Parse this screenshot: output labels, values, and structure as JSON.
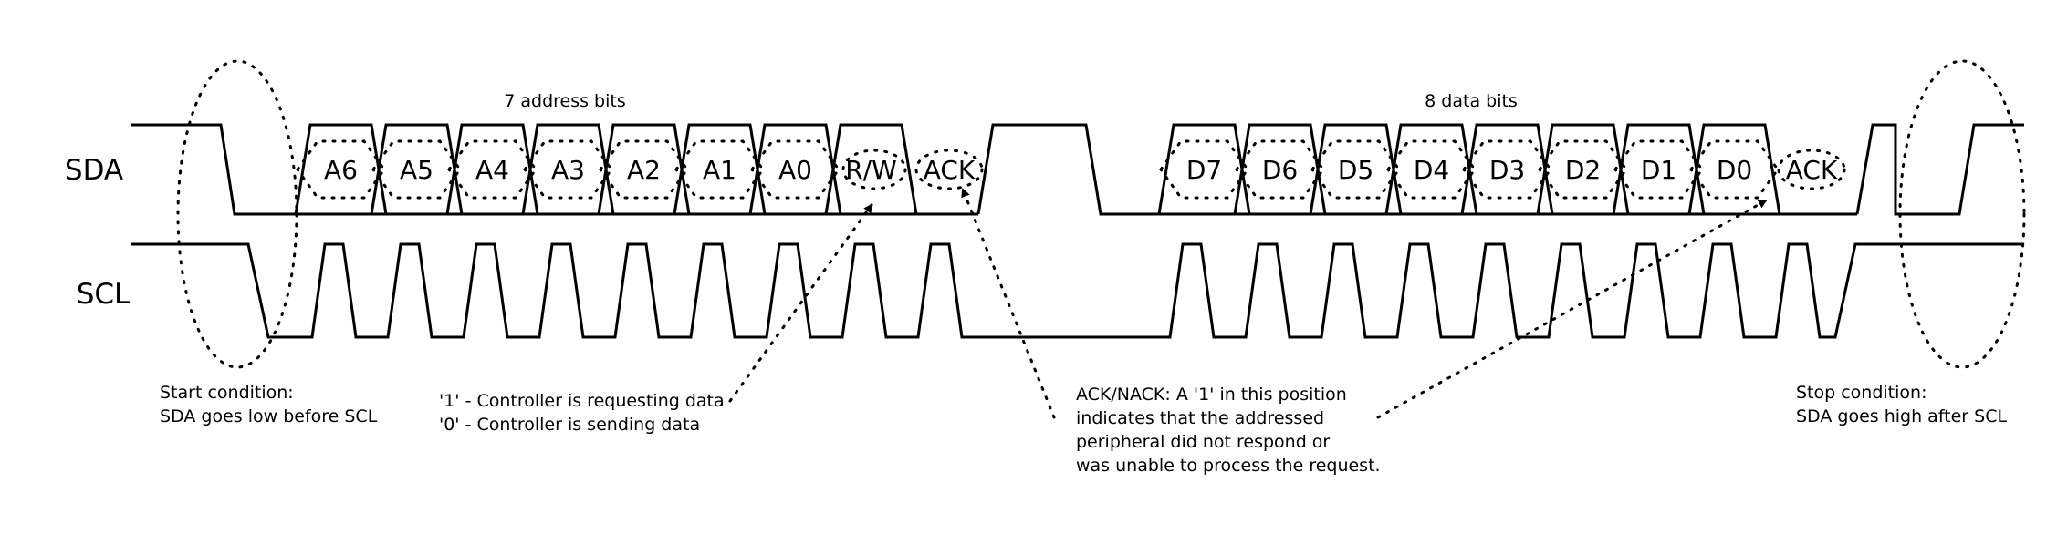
{
  "signals": {
    "sda": "SDA",
    "scl": "SCL"
  },
  "headers": {
    "address": "7 address bits",
    "data": "8 data bits"
  },
  "address_bits": [
    "A6",
    "A5",
    "A4",
    "A3",
    "A2",
    "A1",
    "A0"
  ],
  "rw_label": "R/W",
  "ack_label": "ACK",
  "data_bits": [
    "D7",
    "D6",
    "D5",
    "D4",
    "D3",
    "D2",
    "D1",
    "D0"
  ],
  "annotations": {
    "start": [
      "Start condition:",
      "SDA goes low before SCL"
    ],
    "rw": [
      "'1' - Controller is requesting data",
      "'0' - Controller is sending data"
    ],
    "ack": [
      "ACK/NACK: A '1' in this position",
      "indicates that the addressed",
      "peripheral did not respond or",
      "was unable to process the request."
    ],
    "stop": [
      "Stop condition:",
      "SDA goes high after SCL"
    ]
  }
}
